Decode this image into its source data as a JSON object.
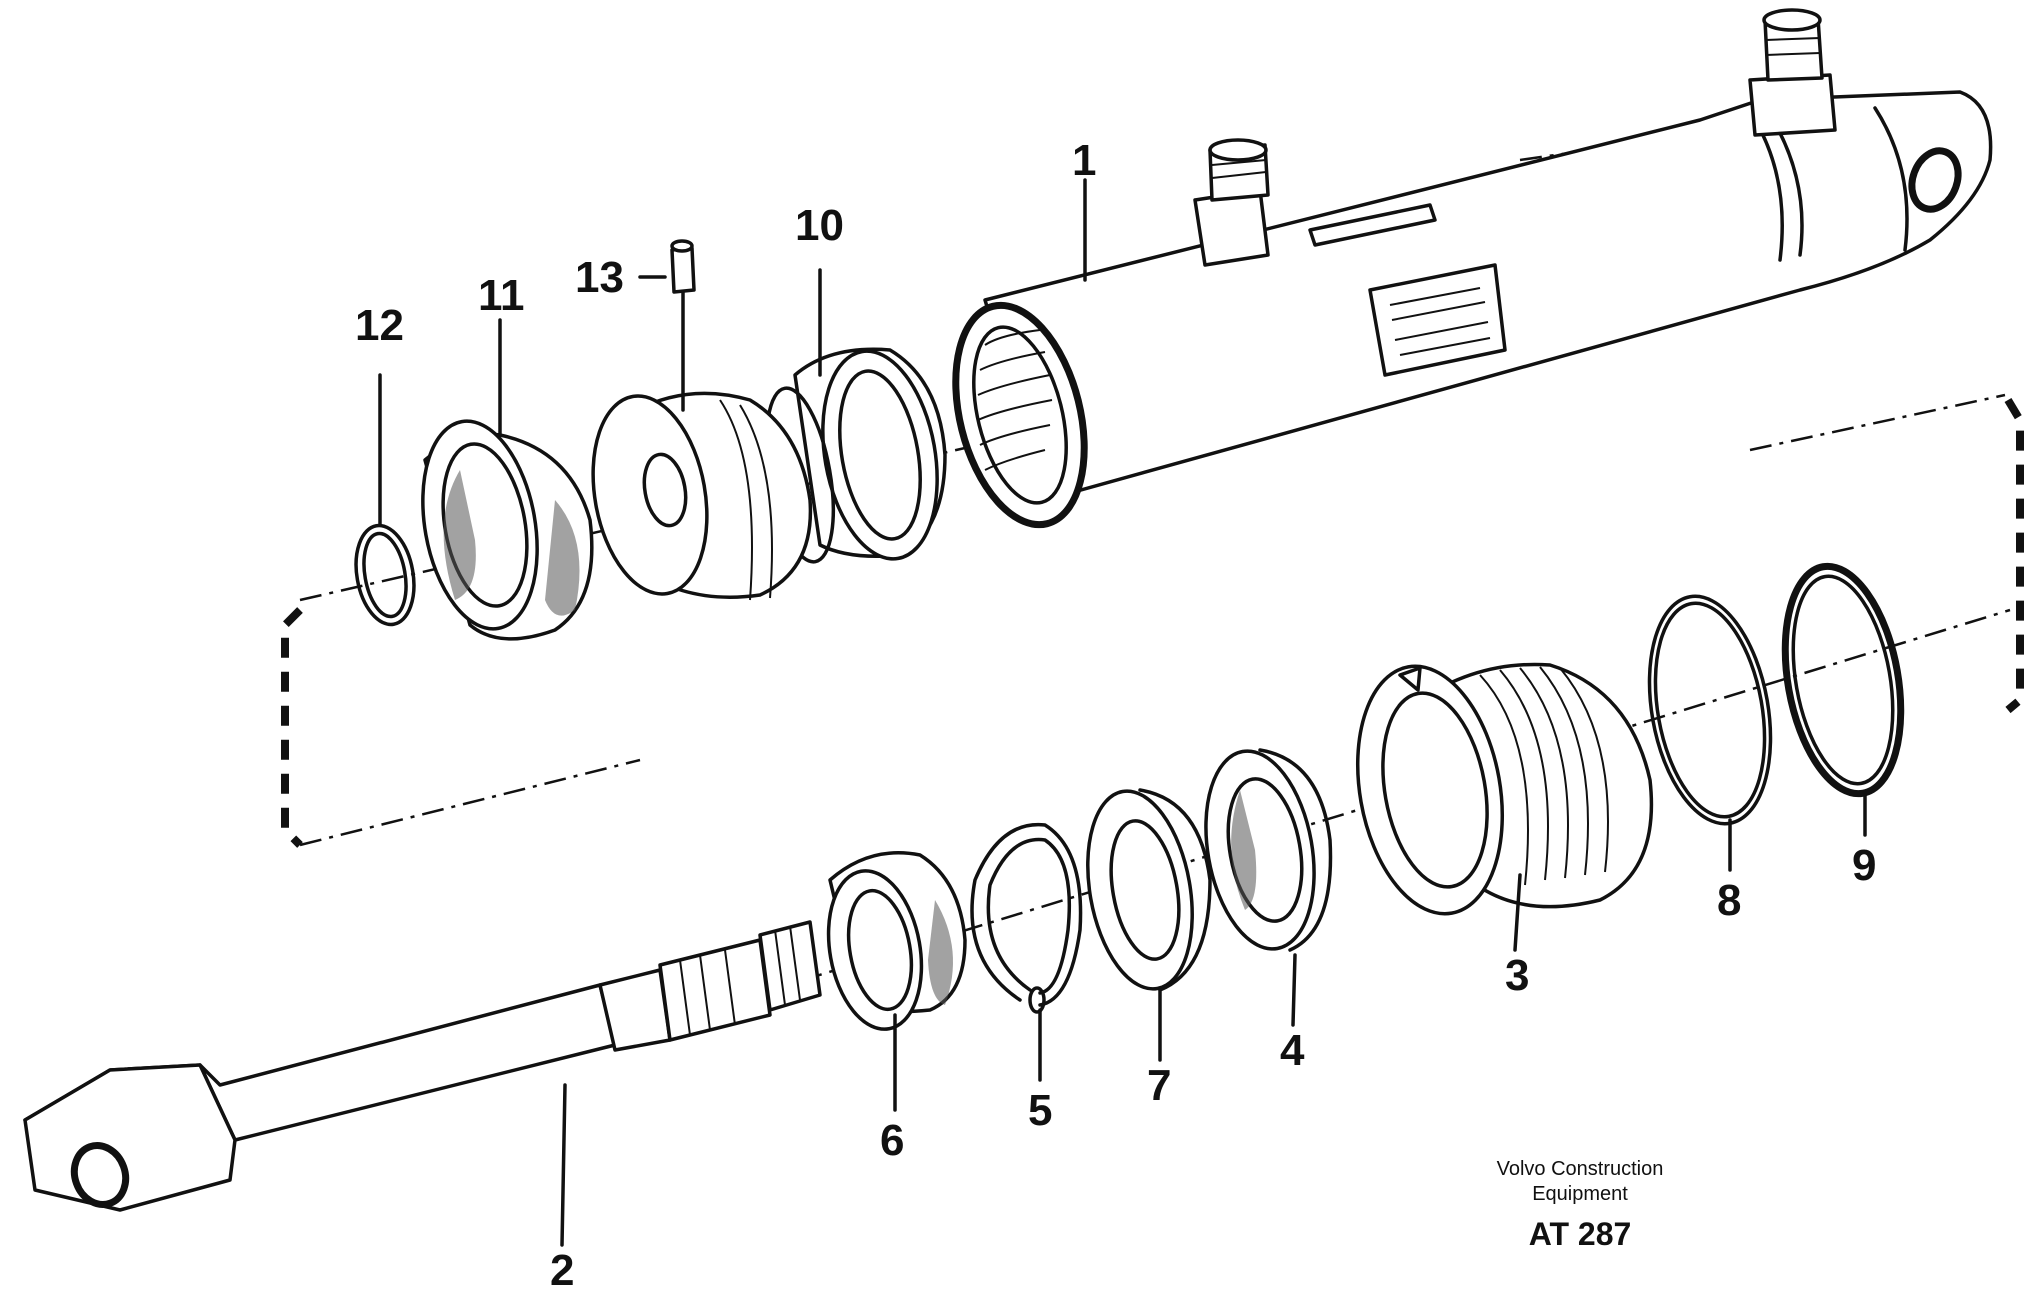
{
  "callouts": {
    "c1": "1",
    "c2": "2",
    "c3": "3",
    "c4": "4",
    "c5": "5",
    "c6": "6",
    "c7": "7",
    "c8": "8",
    "c9": "9",
    "c10": "10",
    "c11": "11",
    "c12": "12",
    "c13": "13"
  },
  "caption": {
    "line1": "Volvo Construction",
    "line2": "Equipment",
    "code": "AT 287"
  }
}
